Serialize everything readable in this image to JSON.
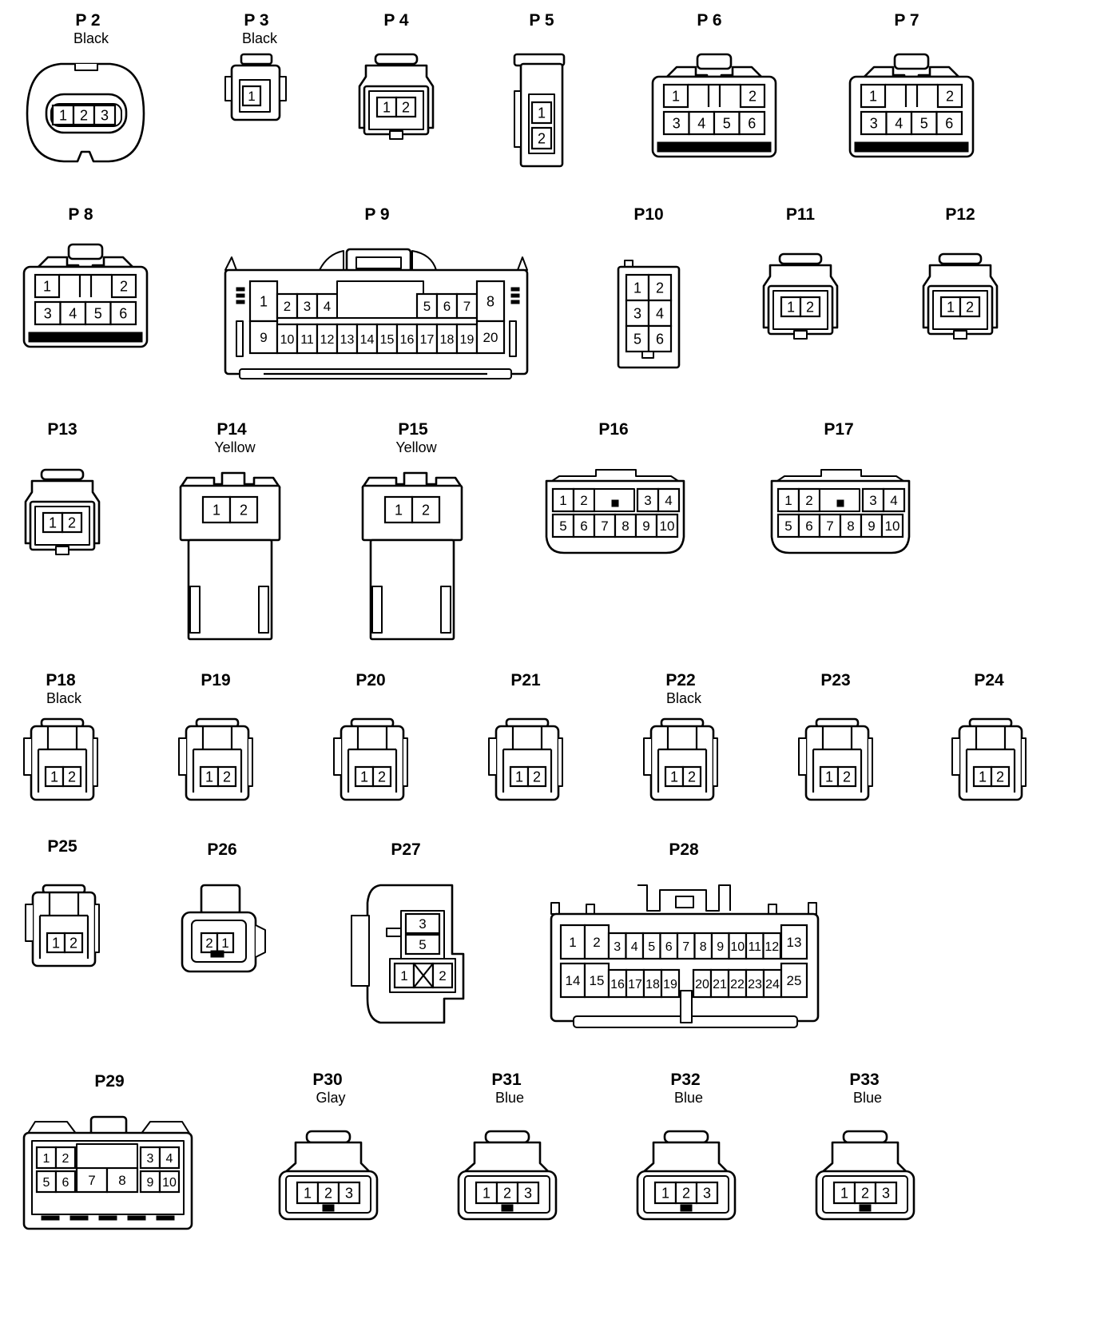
{
  "connectors": [
    {
      "id": "P 2",
      "color": "Black",
      "pins": [
        "1",
        "2",
        "3"
      ]
    },
    {
      "id": "P 3",
      "color": "Black",
      "pins": [
        "1"
      ]
    },
    {
      "id": "P 4",
      "color": "",
      "pins": [
        "1",
        "2"
      ]
    },
    {
      "id": "P 5",
      "color": "",
      "pins": [
        "1",
        "2"
      ]
    },
    {
      "id": "P 6",
      "color": "",
      "pins": [
        "1",
        "2",
        "3",
        "4",
        "5",
        "6"
      ]
    },
    {
      "id": "P 7",
      "color": "",
      "pins": [
        "1",
        "2",
        "3",
        "4",
        "5",
        "6"
      ]
    },
    {
      "id": "P 8",
      "color": "",
      "pins": [
        "1",
        "2",
        "3",
        "4",
        "5",
        "6"
      ]
    },
    {
      "id": "P 9",
      "color": "",
      "pins": [
        "1",
        "2",
        "3",
        "4",
        "5",
        "6",
        "7",
        "8",
        "9",
        "10",
        "11",
        "12",
        "13",
        "14",
        "15",
        "16",
        "17",
        "18",
        "19",
        "20"
      ]
    },
    {
      "id": "P10",
      "color": "",
      "pins": [
        "1",
        "2",
        "3",
        "4",
        "5",
        "6"
      ]
    },
    {
      "id": "P11",
      "color": "",
      "pins": [
        "1",
        "2"
      ]
    },
    {
      "id": "P12",
      "color": "",
      "pins": [
        "1",
        "2"
      ]
    },
    {
      "id": "P13",
      "color": "",
      "pins": [
        "1",
        "2"
      ]
    },
    {
      "id": "P14",
      "color": "Yellow",
      "pins": [
        "1",
        "2"
      ]
    },
    {
      "id": "P15",
      "color": "Yellow",
      "pins": [
        "1",
        "2"
      ]
    },
    {
      "id": "P16",
      "color": "",
      "pins": [
        "1",
        "2",
        "3",
        "4",
        "5",
        "6",
        "7",
        "8",
        "9",
        "10"
      ]
    },
    {
      "id": "P17",
      "color": "",
      "pins": [
        "1",
        "2",
        "3",
        "4",
        "5",
        "6",
        "7",
        "8",
        "9",
        "10"
      ]
    },
    {
      "id": "P18",
      "color": "Black",
      "pins": [
        "1",
        "2"
      ]
    },
    {
      "id": "P19",
      "color": "",
      "pins": [
        "1",
        "2"
      ]
    },
    {
      "id": "P20",
      "color": "",
      "pins": [
        "1",
        "2"
      ]
    },
    {
      "id": "P21",
      "color": "",
      "pins": [
        "1",
        "2"
      ]
    },
    {
      "id": "P22",
      "color": "Black",
      "pins": [
        "1",
        "2"
      ]
    },
    {
      "id": "P23",
      "color": "",
      "pins": [
        "1",
        "2"
      ]
    },
    {
      "id": "P24",
      "color": "",
      "pins": [
        "1",
        "2"
      ]
    },
    {
      "id": "P25",
      "color": "",
      "pins": [
        "1",
        "2"
      ]
    },
    {
      "id": "P26",
      "color": "",
      "pins": [
        "2",
        "1"
      ]
    },
    {
      "id": "P27",
      "color": "",
      "pins": [
        "3",
        "5",
        "1",
        "2"
      ]
    },
    {
      "id": "P28",
      "color": "",
      "pins": [
        "1",
        "2",
        "3",
        "4",
        "5",
        "6",
        "7",
        "8",
        "9",
        "10",
        "11",
        "12",
        "13",
        "14",
        "15",
        "16",
        "17",
        "18",
        "19",
        "20",
        "21",
        "22",
        "23",
        "24",
        "25"
      ]
    },
    {
      "id": "P29",
      "color": "",
      "pins": [
        "1",
        "2",
        "3",
        "4",
        "5",
        "6",
        "7",
        "8",
        "9",
        "10"
      ]
    },
    {
      "id": "P30",
      "color": "Glay",
      "pins": [
        "1",
        "2",
        "3"
      ]
    },
    {
      "id": "P31",
      "color": "Blue",
      "pins": [
        "1",
        "2",
        "3"
      ]
    },
    {
      "id": "P32",
      "color": "Blue",
      "pins": [
        "1",
        "2",
        "3"
      ]
    },
    {
      "id": "P33",
      "color": "Blue",
      "pins": [
        "1",
        "2",
        "3"
      ]
    }
  ]
}
